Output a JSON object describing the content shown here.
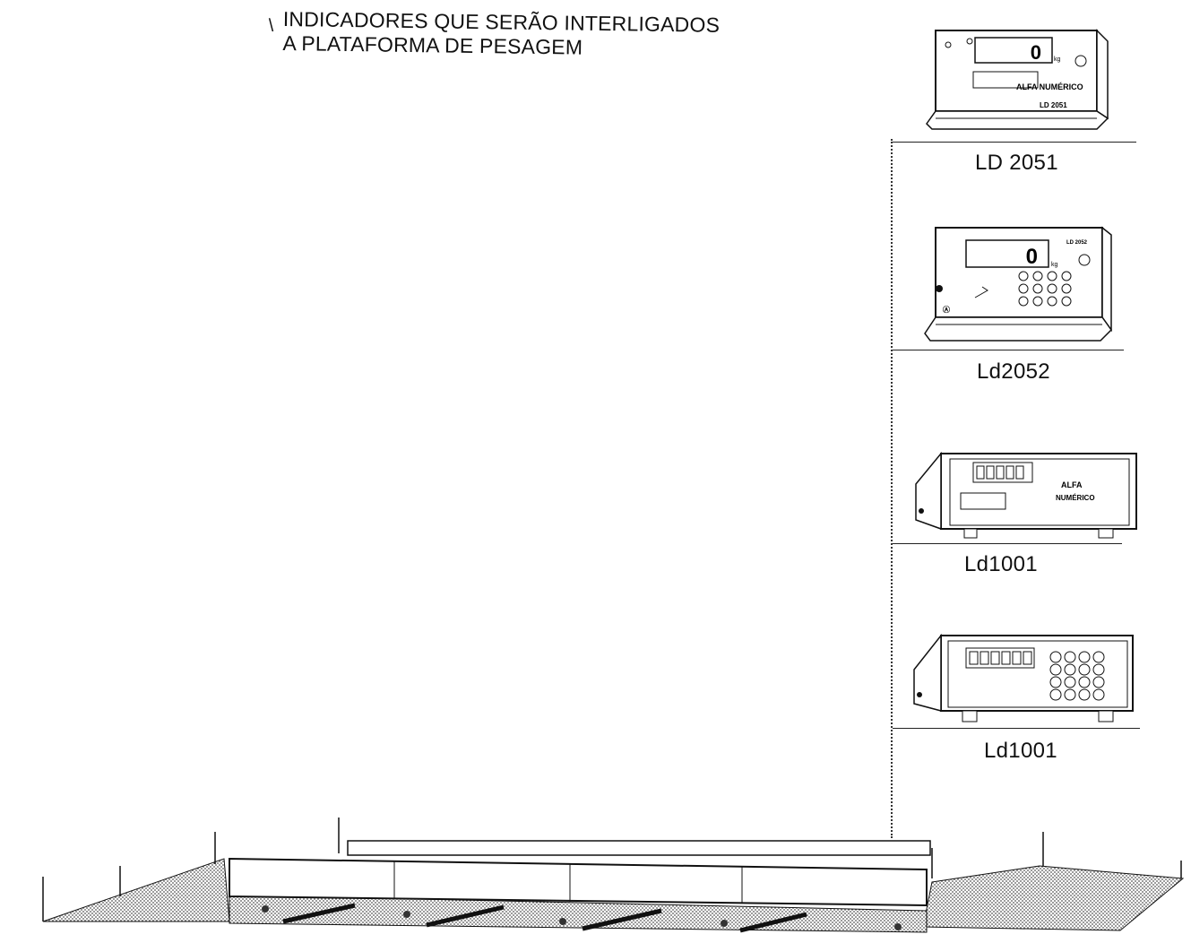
{
  "title": {
    "line1": "INDICADORES QUE SERÃO INTERLIGADOS",
    "line2": "A PLATAFORMA DE PESAGEM"
  },
  "indicators": [
    {
      "label": "LD 2051",
      "display": "0",
      "unit": "kg",
      "brand": "ALFA NUMÉRICO",
      "logo": "LD 2051"
    },
    {
      "label": "Ld2052",
      "display": "0",
      "unit": "kg",
      "logo": "LD 2052"
    },
    {
      "label": "Ld1001",
      "line1": "ALFA",
      "line2": "NUMÉRICO"
    },
    {
      "label": "Ld1001"
    }
  ]
}
